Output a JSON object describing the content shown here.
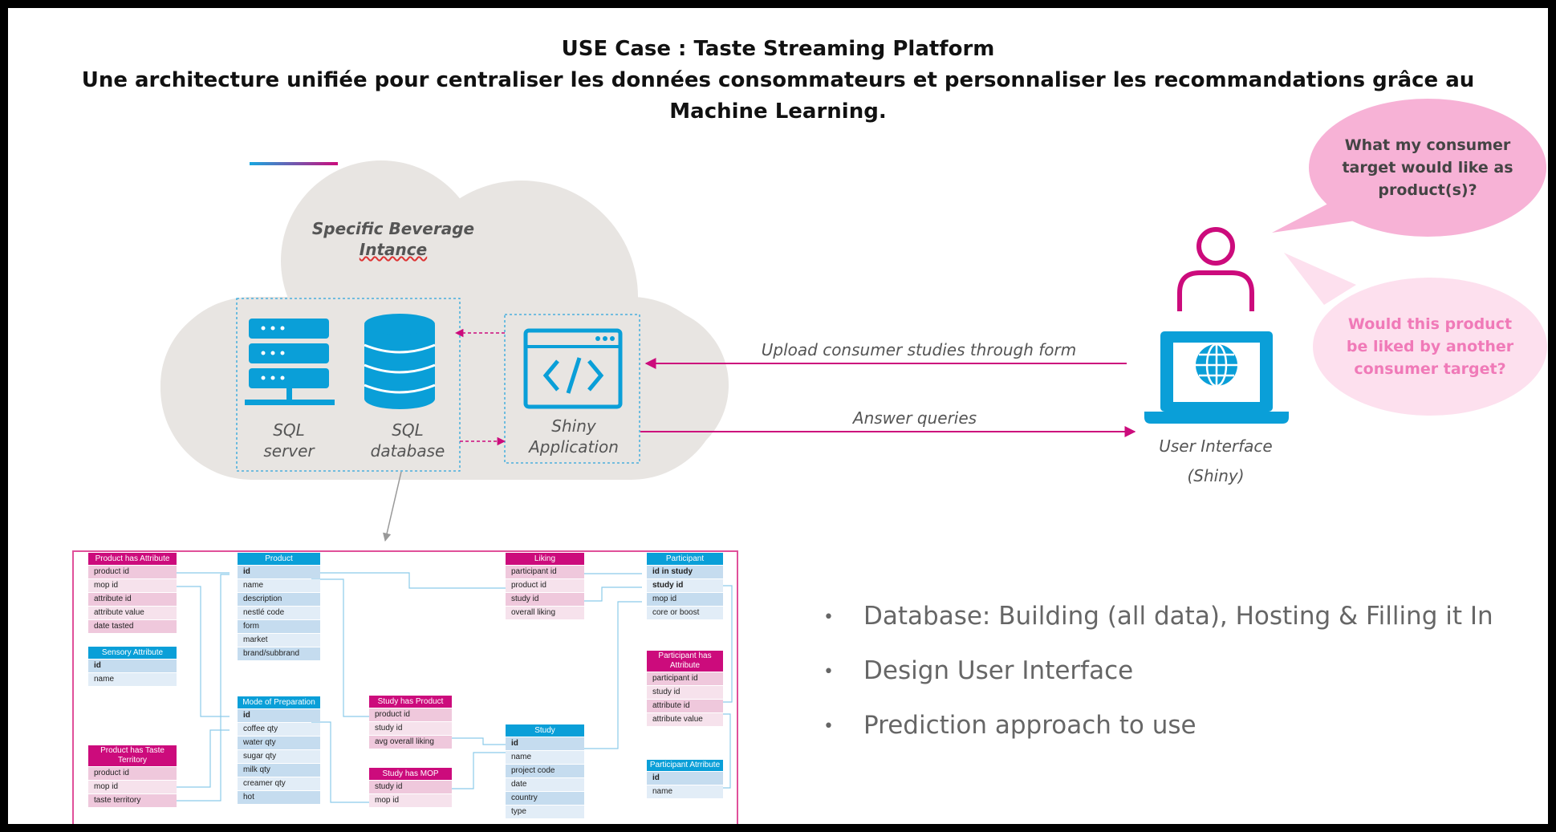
{
  "title": {
    "line1": "USE Case : Taste Streaming Platform",
    "line2": "Une architecture unifiée pour centraliser les données consommateurs et personnaliser les recommandations grâce au",
    "line3": "Machine Learning."
  },
  "cloud": {
    "label_line1": "Specific Beverage",
    "label_line2": "Intance"
  },
  "nodes": {
    "sql_server": [
      "SQL",
      "server"
    ],
    "sql_database": [
      "SQL",
      "database"
    ],
    "shiny_app": [
      "Shiny",
      "Application"
    ],
    "user_interface": [
      "User Interface",
      "(Shiny)"
    ]
  },
  "arrows": {
    "upload": "Upload consumer studies through form",
    "answer": "Answer queries"
  },
  "bubbles": {
    "q1": [
      "What my consumer",
      "target would like as",
      "product(s)?"
    ],
    "q2": [
      "Would this product",
      "be liked by another",
      "consumer target?"
    ]
  },
  "bullets": [
    "Database: Building (all data), Hosting & Filling it In",
    "Design User Interface",
    "Prediction approach to use"
  ],
  "colors": {
    "accent_pink": "#cc0b7c",
    "accent_blue": "#0a9fd8",
    "cloud_gray": "#e8e5e2"
  },
  "schema": {
    "product_has_attribute": {
      "name": "Product has Attribute",
      "fields": [
        "product id",
        "mop id",
        "attribute id",
        "attribute value",
        "date tasted"
      ]
    },
    "sensory_attribute": {
      "name": "Sensory Attribute",
      "fields": [
        "id",
        "name"
      ]
    },
    "product_has_taste_territory": {
      "name": "Product has Taste Territory",
      "fields": [
        "product id",
        "mop id",
        "taste territory"
      ]
    },
    "product": {
      "name": "Product",
      "fields": [
        "id",
        "name",
        "description",
        "nestlé code",
        "form",
        "market",
        "brand/subbrand"
      ]
    },
    "mode_of_preparation": {
      "name": "Mode of Preparation",
      "fields": [
        "id",
        "coffee qty",
        "water qty",
        "sugar qty",
        "milk qty",
        "creamer qty",
        "hot"
      ]
    },
    "study_has_product": {
      "name": "Study has Product",
      "fields": [
        "product id",
        "study id",
        "avg overall liking"
      ]
    },
    "study_has_mop": {
      "name": "Study has MOP",
      "fields": [
        "study id",
        "mop id"
      ]
    },
    "liking": {
      "name": "Liking",
      "fields": [
        "participant id",
        "product id",
        "study id",
        "overall liking"
      ]
    },
    "study": {
      "name": "Study",
      "fields": [
        "id",
        "name",
        "project code",
        "date",
        "country",
        "type"
      ]
    },
    "participant": {
      "name": "Participant",
      "fields": [
        "id in study",
        "study id",
        "mop id",
        "core or boost"
      ]
    },
    "participant_has_attribute": {
      "name": "Participant has Attribute",
      "fields": [
        "participant id",
        "study id",
        "attribute id",
        "attribute value"
      ]
    },
    "participant_attribute": {
      "name": "Participant Atrribute",
      "fields": [
        "id",
        "name"
      ]
    }
  }
}
